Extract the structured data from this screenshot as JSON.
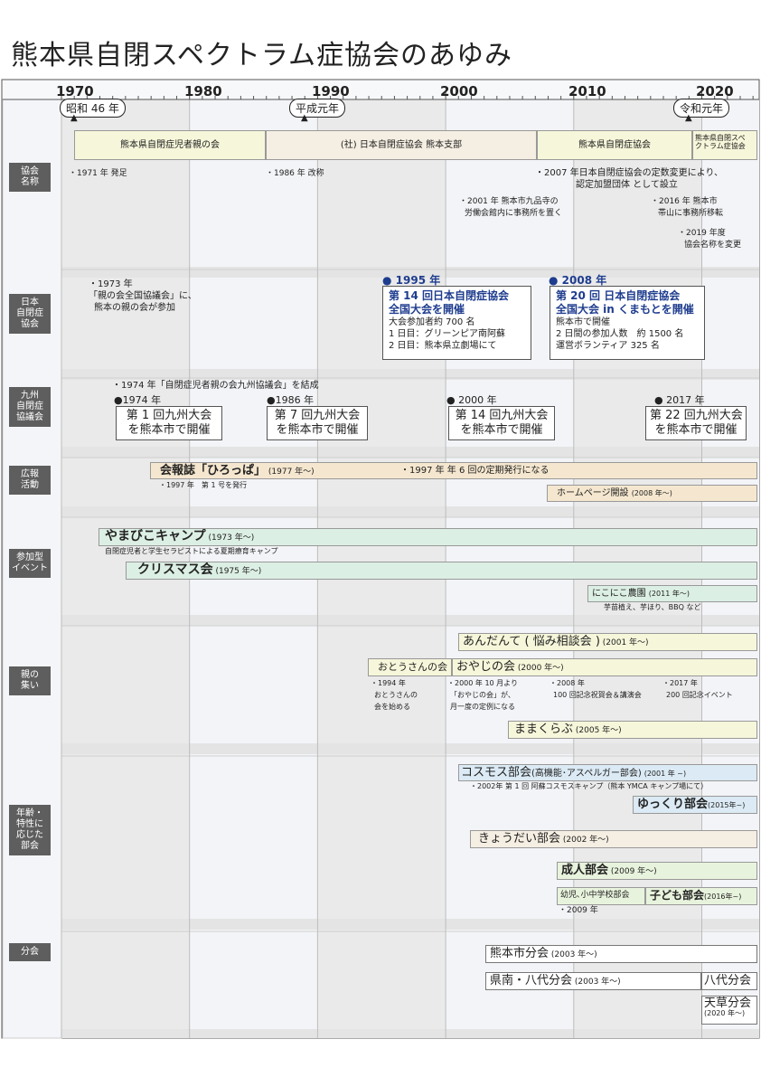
{
  "title": "熊本県自閉スペクトラム症協会のあゆみ",
  "colors": {
    "yellow": "#f6f6da",
    "peach": "#f5e7cf",
    "green": "#dcefe4",
    "blue": "#dbeaf4",
    "greenlt": "#e8f3dd",
    "gray": "#5e5e5e"
  },
  "years": [
    "1970",
    "1980",
    "1990",
    "2000",
    "2010",
    "2020"
  ],
  "eras": [
    "昭和 46 年",
    "平成元年",
    "令和元年"
  ],
  "categories": [
    "協会\n名称",
    "日本\n自閉症\n協会",
    "九州\n自閉症\n協議会",
    "広報\n活動",
    "参加型\nイベント",
    "親の\n集い",
    "年齢・\n特性に\n応じた\n部会",
    "分会"
  ],
  "assoc": {
    "names": [
      "熊本県自閉症児者親の会",
      "(社) 日本自閉症協会 熊本支部",
      "熊本県自閉症協会",
      "熊本県自閉スペ",
      "クトラム症協会"
    ],
    "notes": [
      "・1971 年 発足",
      "・1986 年 改称",
      "・2007 年日本自閉症協会の定数変更により、",
      "認定加盟団体 として設立",
      "・2001 年 熊本市九品寺の",
      "労働会館内に事務所を置く",
      "・2016 年 熊本市",
      "帯山に事務所移転",
      "・2019 年度",
      "協会名称を変更"
    ]
  },
  "japan": {
    "note": [
      "・1973 年",
      "「親の会全国協議会」に、",
      "熊本の親の会が参加"
    ],
    "e1995": {
      "year": "● 1995 年",
      "t1": "第 14 回日本自閉症協会",
      "t2": "全国大会を開催",
      "d": [
        "大会参加者約 700 名",
        "1 日目：グリーンピア南阿蘇",
        "2 日目：熊本県立劇場にて"
      ]
    },
    "e2008": {
      "year": "● 2008 年",
      "t1": "第 20 回 日本自閉症協会",
      "t2": "全国大会 in くまもとを開催",
      "d": [
        "熊本市で開催",
        "2 日間の参加人数　約 1500 名",
        "運営ボランティア 325 名"
      ]
    }
  },
  "kyushu": {
    "note": "・1974 年「自閉症児者親の会九州協議会」を結成",
    "events": [
      {
        "year": "●1974 年",
        "l1": "第 1 回九州大会",
        "l2": "を熊本市で開催"
      },
      {
        "year": "●1986 年",
        "l1": "第 7 回九州大会",
        "l2": "を熊本市で開催"
      },
      {
        "year": "● 2000 年",
        "l1": "第 14 回九州大会",
        "l2": "を熊本市で開催"
      },
      {
        "year": "● 2017 年",
        "l1": "第 22 回九州大会",
        "l2": "を熊本市で開催"
      }
    ]
  },
  "pr": {
    "hiroppa": "会報誌「ひろっぱ」",
    "hiroppa_y": "(1977 年〜)",
    "hiroppa_n": "・1997 年 年 6 回の定期発行になる",
    "first": "・1997 年　第 1 号を発行",
    "hp": "ホームページ開設",
    "hp_y": "(2008 年〜)"
  },
  "events": {
    "yamabiko": "やまびこキャンプ",
    "yamabiko_y": "(1973 年〜)",
    "yamabiko_n": "自閉症児者と学生セラピストによる夏期療育キャンプ",
    "xmas": "クリスマス会",
    "xmas_y": "(1975 年〜)",
    "niko": "にこにこ農園",
    "niko_y": "(2011 年〜)",
    "niko_n": "芋苗植え、芋ほり、BBQ など"
  },
  "parents": {
    "anshin": "あんだんて ( 悩み相談会 )",
    "anshin_y": "(2001 年〜)",
    "otou": "おとうさんの会",
    "oyaji": "おやじの会",
    "oyaji_y": "(2000 年〜)",
    "n1994": [
      "・1994 年",
      "おとうさんの",
      "会を始める"
    ],
    "n2000": [
      "・2000 年 10 月より",
      "「おやじの会」が、",
      "月一度の定例になる"
    ],
    "n2008": [
      "・2008 年",
      "100 回記念祝賀会＆講演会"
    ],
    "n2017": [
      "・2017 年",
      "200 回記念イベント"
    ],
    "mama": "ままくらぶ",
    "mama_y": "(2005 年〜)"
  },
  "groups": {
    "cosmos": "コスモス部会",
    "cosmos_sub": "(高機能･アスペルガー部会)",
    "cosmos_y": "(2001 年 ~)",
    "cosmos_n": "・2002年 第 1 回 阿蘇コスモスキャンプ（熊本 YMCA キャンプ場にて）",
    "yukkuri": "ゆっくり部会",
    "yukkuri_y": "(2015年~)",
    "kyoudai": "きょうだい部会",
    "kyoudai_y": "(2002 年〜)",
    "seijin": "成人部会",
    "seijin_y": "(2009 年〜)",
    "youji": "幼児､小中学校部会",
    "youji_n": "・2009 年",
    "kodomo": "子ども部会",
    "kodomo_y": "(2016年~)"
  },
  "branch": {
    "kumamoto": "熊本市分会",
    "kumamoto_y": "(2003 年〜)",
    "kennan": "県南・八代分会",
    "kennan_y": "(2003 年〜)",
    "yatsushiro": "八代分会",
    "amakusa": "天草分会",
    "amakusa_y": "(2020 年〜)"
  }
}
